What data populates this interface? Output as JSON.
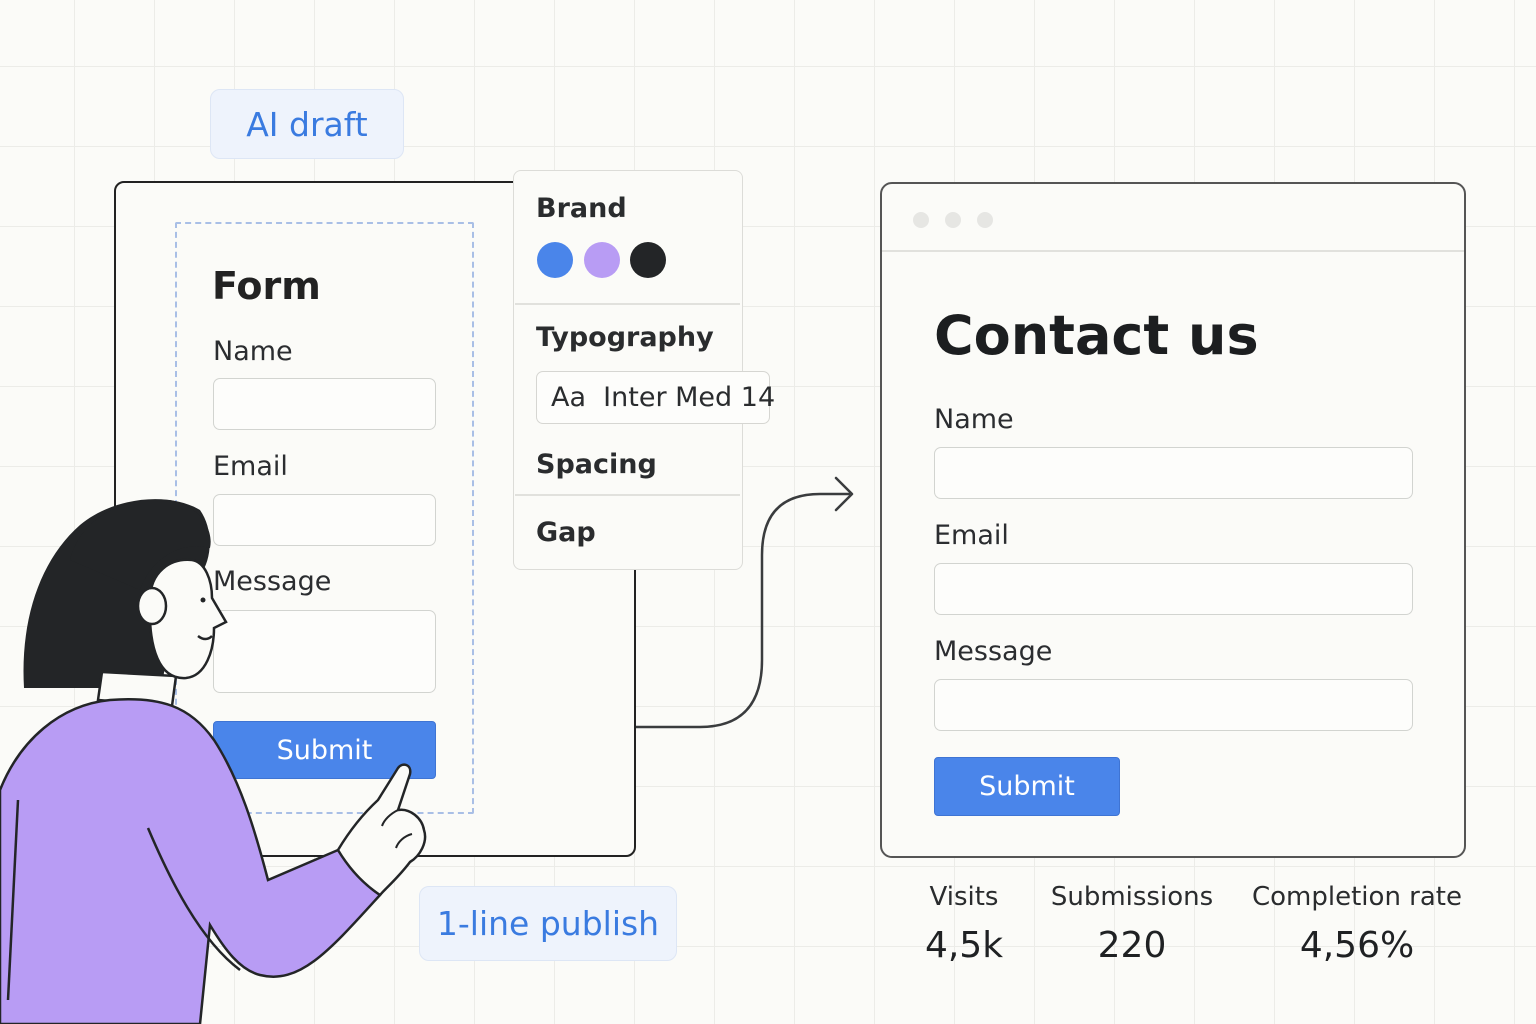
{
  "badges": {
    "ai_draft": "AI draft",
    "publish": "1-line publish"
  },
  "builder": {
    "form_title": "Form",
    "fields": [
      {
        "label": "Name"
      },
      {
        "label": "Email"
      },
      {
        "label": "Message"
      }
    ],
    "submit_label": "Submit"
  },
  "properties": {
    "brand_title": "Brand",
    "brand_colors": [
      "#4a85ea",
      "#b89cf4",
      "#232527"
    ],
    "typography_title": "Typography",
    "typography_value": "Aa  Inter Med 14",
    "spacing_title": "Spacing",
    "gap_title": "Gap"
  },
  "preview": {
    "title": "Contact us",
    "fields": [
      {
        "label": "Name"
      },
      {
        "label": "Email"
      },
      {
        "label": "Message"
      }
    ],
    "submit_label": "Submit"
  },
  "stats": [
    {
      "label": "Visits",
      "value": "4,5k"
    },
    {
      "label": "Submissions",
      "value": "220"
    },
    {
      "label": "Completion rate",
      "value": "4,56%"
    }
  ],
  "colors": {
    "accent": "#4a85ea",
    "badge_text": "#3a7be0",
    "person_shirt": "#b89cf4",
    "person_hair": "#232527"
  }
}
